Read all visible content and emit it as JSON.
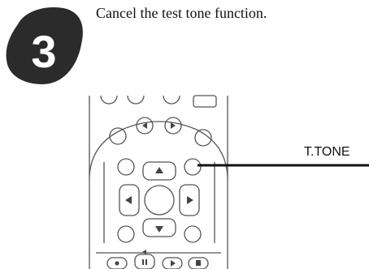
{
  "step": {
    "number": "3",
    "instruction": "Cancel the test tone function."
  },
  "remote": {
    "callout_label": "T.TONE",
    "buttons": [
      "up",
      "down",
      "left",
      "right",
      "enter",
      "record",
      "pause",
      "play",
      "stop"
    ]
  },
  "colors": {
    "badge": "#2b2b2b",
    "outline": "#555555",
    "text": "#111111"
  }
}
